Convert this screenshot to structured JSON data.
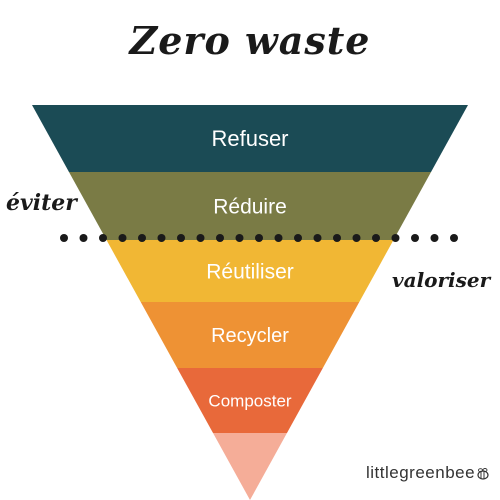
{
  "title": "Zero waste",
  "layers": [
    {
      "label": "Refuser",
      "color": "#1b4b55"
    },
    {
      "label": "Réduire",
      "color": "#7a7b45"
    },
    {
      "label": "Réutiliser",
      "color": "#f1b734"
    },
    {
      "label": "Recycler",
      "color": "#ee9234"
    },
    {
      "label": "Composter",
      "color": "#e8693a"
    },
    {
      "label": "",
      "color": "#f5ad98"
    }
  ],
  "side_labels": {
    "left": "éviter",
    "right": "valoriser"
  },
  "divider_color": "#1a1a1a",
  "brand": "littlegreenbee",
  "icons": [
    "bee-icon"
  ]
}
